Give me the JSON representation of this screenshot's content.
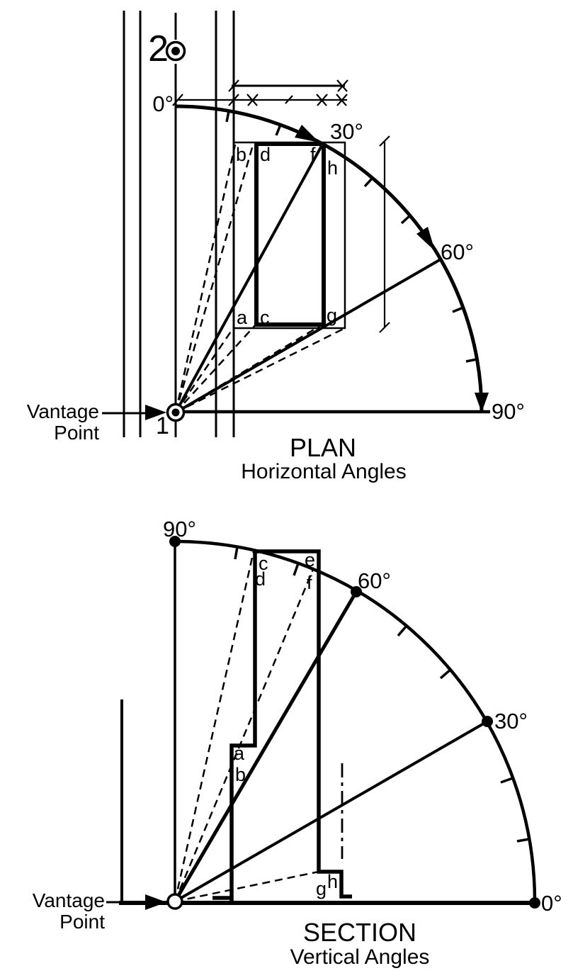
{
  "plan": {
    "title": "PLAN",
    "subtitle": "Horizontal Angles",
    "vantage_line1": "Vantage",
    "vantage_line2": "Point",
    "station_2": "2",
    "station_1": "1",
    "angle_0": "0°",
    "angle_30": "30°",
    "angle_60": "60°",
    "angle_90": "90°",
    "corner_a": "a",
    "corner_b": "b",
    "corner_c": "c",
    "corner_d": "d",
    "corner_f": "f",
    "corner_g": "g",
    "corner_h": "h"
  },
  "section": {
    "title": "SECTION",
    "subtitle": "Vertical Angles",
    "vantage_line1": "Vantage",
    "vantage_line2": "Point",
    "angle_0": "0°",
    "angle_30": "30°",
    "angle_60": "60°",
    "angle_90": "90°",
    "corner_a": "a",
    "corner_b": "b",
    "corner_c": "c",
    "corner_d": "d",
    "corner_e": "e",
    "corner_f": "f",
    "corner_g": "g",
    "corner_h": "h"
  },
  "colors": {
    "ink": "#000000",
    "background": "#ffffff"
  }
}
